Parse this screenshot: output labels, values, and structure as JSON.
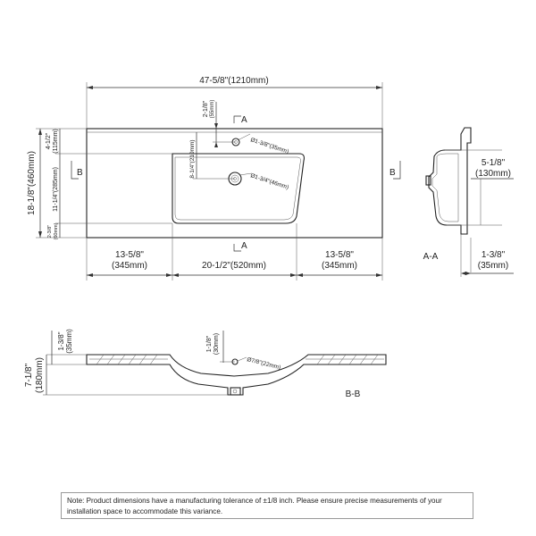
{
  "top_view": {
    "overall_width": "47-5/8\"(1210mm)",
    "overall_depth": "18-1/8\"(460mm)",
    "front_to_bowl": "4-1/2\"",
    "front_to_bowl_mm": "(115mm)",
    "bowl_depth": "11-1/4\"(285mm)",
    "back_edge": "2-3/8\"",
    "back_edge_mm": "(60mm)",
    "faucet_offset": "2-1/8\"",
    "faucet_offset_mm": "(55mm)",
    "bowl_inner": "8-1/4\"(210mm)",
    "faucet_hole": "Ø1-3/8\"(35mm)",
    "drain_hole": "Ø1-3/4\"(46mm)",
    "left_width": "13-5/8\"",
    "left_width_mm": "(345mm)",
    "bowl_width": "20-1/2\"(520mm)",
    "right_width": "13-5/8\"",
    "right_width_mm": "(345mm)",
    "section_mark_a": "A",
    "section_mark_b": "B"
  },
  "section_aa": {
    "label": "A-A",
    "bowl_height": "5-1/8\"",
    "bowl_height_mm": "(130mm)",
    "top_thickness": "1-3/8\"",
    "top_thickness_mm": "(35mm)"
  },
  "section_bb": {
    "label": "B-B",
    "top_thickness": "1-3/8\"",
    "top_thickness_mm": "(35mm)",
    "overall_height": "7-1/8\"",
    "overall_height_mm": "(180mm)",
    "overflow_offset": "1-1/8\"",
    "overflow_offset_mm": "(30mm)",
    "overflow_hole": "Ø7/8\"(22mm)"
  },
  "note": "Note: Product dimensions have a manufacturing tolerance of ±1/8 inch. Please ensure precise measurements of your installation space to accommodate this variance."
}
